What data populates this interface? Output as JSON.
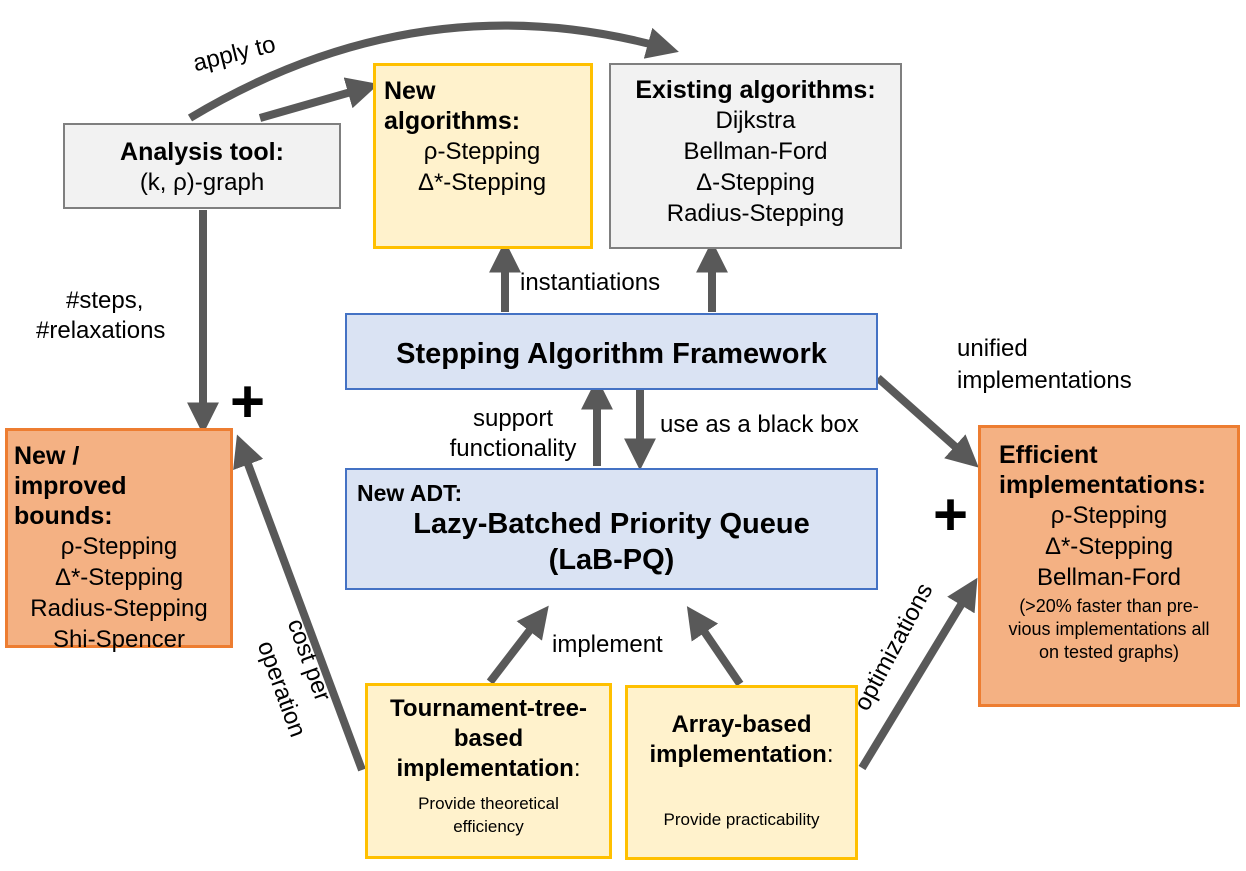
{
  "analysis_tool": {
    "title": "Analysis tool:",
    "subtitle": "(k, ρ)-graph"
  },
  "new_algorithms": {
    "title": "New algorithms:",
    "items": [
      "ρ-Stepping",
      "Δ*-Stepping"
    ]
  },
  "existing_algorithms": {
    "title": "Existing algorithms:",
    "items": [
      "Dijkstra",
      "Bellman-Ford",
      "Δ-Stepping",
      "Radius-Stepping"
    ]
  },
  "framework": {
    "title": "Stepping Algorithm Framework"
  },
  "adt": {
    "prefix": "New ADT:",
    "title_line1": "Lazy-Batched Priority Queue",
    "title_line2": "(LaB-PQ)"
  },
  "bounds": {
    "title": "New / improved bounds:",
    "items": [
      "ρ-Stepping",
      "Δ*-Stepping",
      "Radius-Stepping",
      "Shi-Spencer"
    ]
  },
  "efficient": {
    "title": "Efficient implementations:",
    "items": [
      "ρ-Stepping",
      "Δ*-Stepping",
      "Bellman-Ford"
    ],
    "note": "(>20% faster than pre-vious implementations all on tested graphs)"
  },
  "tournament": {
    "title": "Tournament-tree-based implementation",
    "colon": ":",
    "note": "Provide theoretical efficiency"
  },
  "array": {
    "title": "Array-based implementation",
    "colon": ":",
    "note": "Provide practicability"
  },
  "labels": {
    "apply_to": "apply to",
    "instantiations": "instantiations",
    "steps": "#steps,",
    "relaxations": "#relaxations",
    "unified1": "unified",
    "unified2": "implementations",
    "support1": "support",
    "support2": "functionality",
    "black_box": "use as a black box",
    "implement": "implement",
    "optimizations": "optimizations",
    "cost1": "cost per",
    "cost2": "operation",
    "plus": "+"
  },
  "colors": {
    "arrow": "#595959",
    "gray_fill": "#f2f2f2",
    "yellow_fill": "#fff2cc",
    "blue_fill": "#dae3f3",
    "orange_fill": "#f4b183"
  }
}
